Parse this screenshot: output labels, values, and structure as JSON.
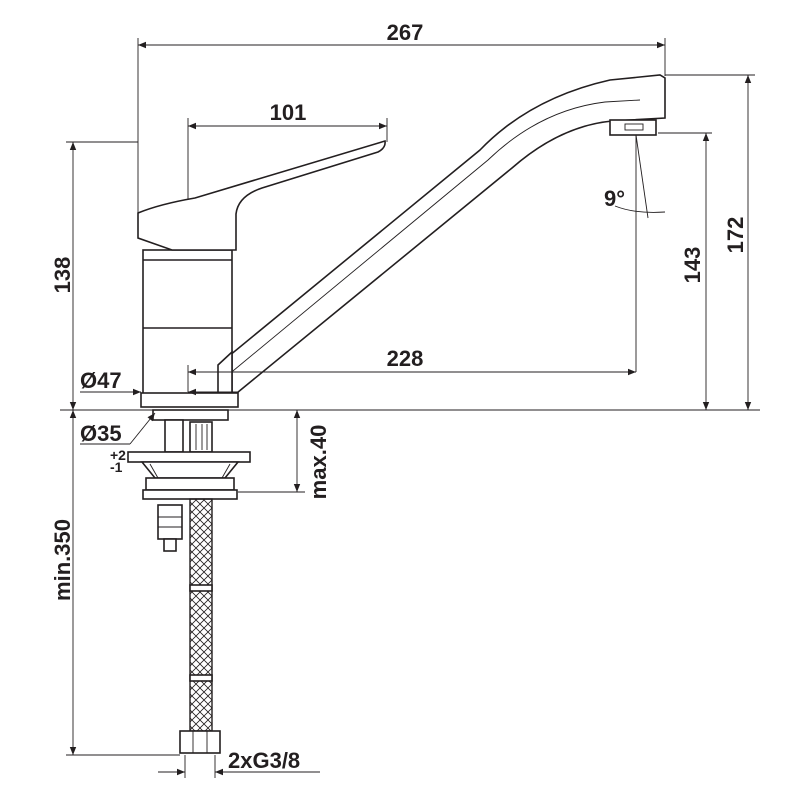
{
  "dimensions": {
    "overall_length": "267",
    "handle_length": "101",
    "spout_angle": "9°",
    "overall_height": "172",
    "spout_height": "143",
    "handle_height": "138",
    "spout_reach": "228",
    "base_diameter": "Ø47",
    "hole_diameter": "Ø35",
    "hole_tol_plus": "+2",
    "hole_tol_minus": "-1",
    "max_deck_thickness": "max.40",
    "min_hose_length": "min.350",
    "connection": "2xG3/8"
  }
}
